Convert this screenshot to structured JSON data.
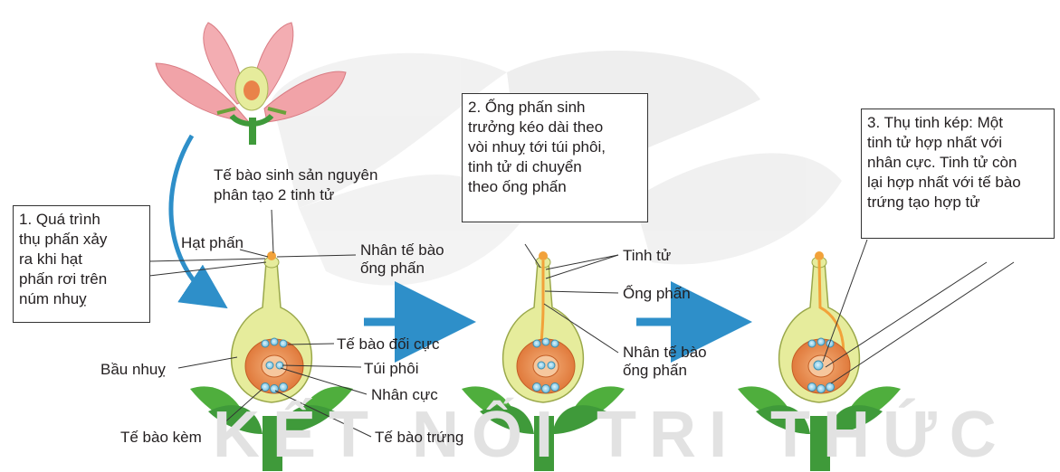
{
  "watermark": {
    "text": "KẾT NỐI TRI THỨC"
  },
  "stage1": {
    "box": "1. Quá trình\nthụ phấn xảy\nra khi hạt\nphấn rơi trên\nnúm nhuỵ",
    "labels": {
      "sperm_origin": "Tế bào sinh sản nguyên\nphân tạo 2 tinh tử",
      "pollen": "Hạt phấn",
      "tube_nucleus": "Nhân tế bào\nống phấn",
      "antipodal": "Tế bào đối cực",
      "ovary": "Bầu nhuỵ",
      "embryo_sac": "Túi phôi",
      "polar_nuclei": "Nhân cực",
      "synergid": "Tế bào kèm",
      "egg_cell": "Tế bào trứng"
    }
  },
  "stage2": {
    "box": "2. Ống phấn sinh\ntrưởng kéo dài theo\nvòi nhuỵ tới túi phôi,\ntinh tử di chuyển\ntheo ống phấn",
    "labels": {
      "sperm": "Tinh tử",
      "pollen_tube": "Ống phấn",
      "tube_nucleus": "Nhân tế bào\nống phấn"
    }
  },
  "stage3": {
    "box": "3. Thụ tinh kép: Một\ntinh tử hợp nhất với\nnhân cực. Tinh tử còn\nlại hợp nhất với tế bào\ntrứng tạo hợp tử"
  },
  "colors": {
    "arrow_blue": "#2e8fc9",
    "petal_pink": "#f1a3a8",
    "pistil_yellow": "#e6ec9c",
    "stem_green": "#3f9a3a",
    "ovule_orange": "#e9834a",
    "nucleus_blue": "#8fd0ea",
    "pollen_tube_orange": "#f2a23a"
  }
}
